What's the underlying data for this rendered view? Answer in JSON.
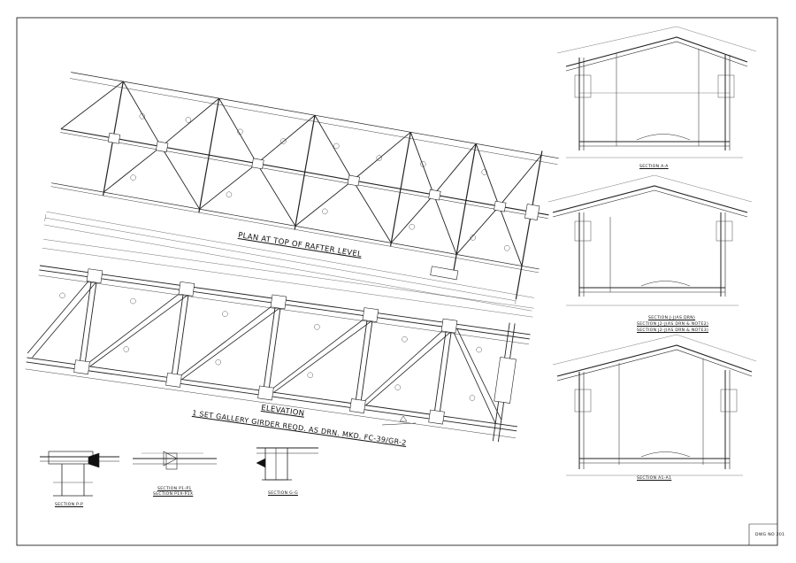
{
  "colors": {
    "ink": "#111111",
    "paper": "#ffffff"
  },
  "drawing": {
    "plan_title": "PLAN AT TOP OF RAFTER  LEVEL",
    "elevation_title": "ELEVATION",
    "elevation_subtitle": "1 SET  GALLERY GIRDER REQD. AS DRN. MKD. FC-39/GR-2",
    "sections": {
      "section_aa": "SECTION  A-A",
      "section_jj_1": "SECTION  J-J(AS DRN)",
      "section_jj_2": "SECTION  J2-J(AS DRN & NOTE2)",
      "section_jj_3": "SECTION  J2-J(AS DRN & NOTE3)",
      "section_a1": "SECTION  A1-A1",
      "section_pp": "SECTION  P-P",
      "section_p1": "SECTION  P1-P1",
      "section_p1x": "SECTION  P1X-P1X",
      "section_gg": "SECTION  G-G"
    },
    "drawing_no": "DWG NO 201"
  }
}
